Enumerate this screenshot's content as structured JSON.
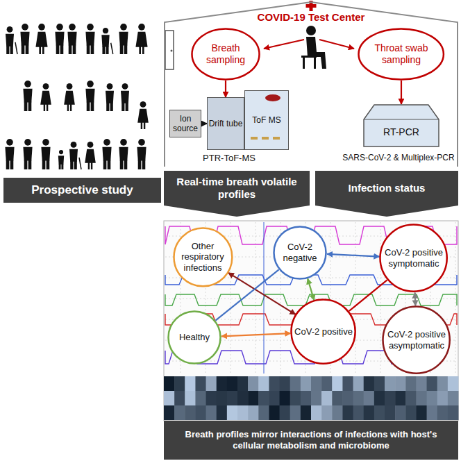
{
  "diagram": {
    "nodes": [
      {
        "text": [
          "COVID-19 Test Center"
        ]
      },
      {
        "text": [
          "Breath sampling"
        ],
        "in": 0
      },
      {
        "text": [
          "Throat swab sampling"
        ],
        "in": 0
      },
      {
        "text": [
          "Ion source"
        ],
        "in": 0
      },
      {
        "text": [
          "Drift tube"
        ],
        "in": 0
      },
      {
        "text": [
          "ToF MS"
        ],
        "in": 0
      },
      {
        "text": [
          "RT-PCR"
        ],
        "in": 0
      },
      {
        "text": [
          "Prospective study"
        ]
      },
      {
        "text": [
          "Real-time breath volatile profiles"
        ]
      },
      {
        "text": [
          "Infection status"
        ]
      },
      {
        "text": [
          "Other respiratory infections"
        ]
      },
      {
        "text": [
          "CoV-2 negative"
        ]
      },
      {
        "text": [
          "CoV-2 positive symptomatic"
        ]
      },
      {
        "text": [
          "Healthy"
        ]
      },
      {
        "text": [
          "CoV-2 positive"
        ]
      },
      {
        "text": [
          "CoV-2 positive asymptomatic"
        ]
      },
      {
        "text": [
          "Breath profiles mirror interactions of infections with host's cellular metabolism and microbiome"
        ]
      }
    ],
    "edges": [
      {
        "from": 1,
        "to": 4,
        "arrow": "to"
      },
      {
        "from": 2,
        "to": 6,
        "arrow": "to"
      },
      {
        "from": 3,
        "to": 4,
        "arrow": "to"
      },
      {
        "from": 11,
        "to": 12,
        "arrow": "both"
      },
      {
        "from": 11,
        "to": 14,
        "arrow": "both"
      },
      {
        "from": 12,
        "to": 15,
        "arrow": "both"
      },
      {
        "from": 13,
        "to": 14,
        "arrow": "both"
      },
      {
        "from": 10,
        "to": 14,
        "arrow": "both"
      },
      {
        "from": 11,
        "to": 13,
        "arrow": "none"
      },
      {
        "from": 12,
        "to": 14,
        "arrow": "none"
      }
    ],
    "labels": [
      "PTR-ToF-MS",
      "SARS-CoV-2 & Multiplex-PCR"
    ]
  }
}
